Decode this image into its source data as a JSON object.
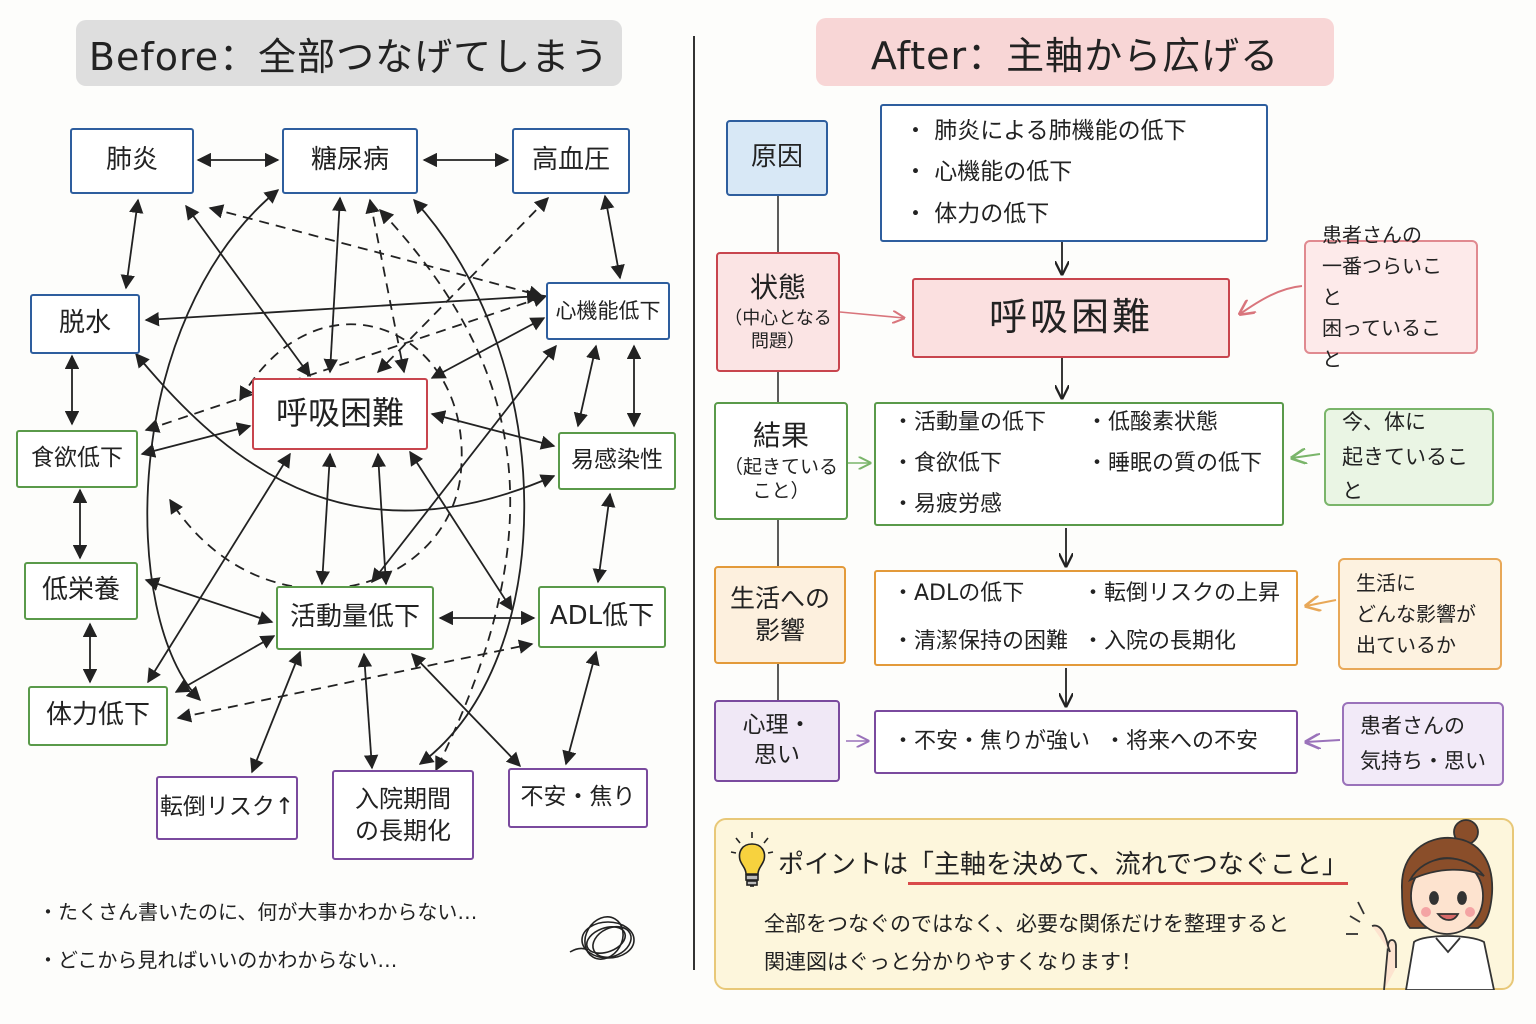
{
  "before": {
    "title": "Before：全部つなげてしまう",
    "nodes": {
      "haien": "肺炎",
      "tonyo": "糖尿病",
      "koketsu": "高血圧",
      "dassui": "脱水",
      "shinkino": "心機能低下",
      "kokyu": "呼吸困難",
      "shokuyoku": "食欲低下",
      "ikansen": "易感染性",
      "teieiyo": "低栄養",
      "katsudo": "活動量低下",
      "adl": "ADL低下",
      "tairyoku": "体力低下",
      "tento": "転倒リスク↑",
      "nyuin_1": "入院期間",
      "nyuin_2": "の長期化",
      "fuan": "不安・焦り"
    },
    "notes": [
      "・たくさん書いたのに、何が大事かわからない…",
      "・どこから見ればいいのかわからない…"
    ]
  },
  "after": {
    "title": "After：主軸から広げる",
    "labels": {
      "cause": "原因",
      "state_1": "状態",
      "state_2": "（中心となる",
      "state_3": "問題）",
      "result_1": "結果",
      "result_2": "（起きている",
      "result_3": "こと）",
      "life_1": "生活への",
      "life_2": "影響",
      "psych_1": "心理・",
      "psych_2": "思い"
    },
    "cause_items": [
      "・ 肺炎による肺機能の低下",
      "・ 心機能の低下",
      "・ 体力の低下"
    ],
    "core": "呼吸困難",
    "result_items": [
      "・活動量の低下",
      "・低酸素状態",
      "・食欲低下",
      "・睡眠の質の低下",
      "・易疲労感"
    ],
    "life_items": [
      "・ADLの低下",
      "・転倒リスクの上昇",
      "・清潔保持の困難",
      "・入院の長期化"
    ],
    "psych_items": [
      "・不安・焦りが強い",
      "・将来への不安"
    ],
    "side_notes": {
      "core_1": "患者さんの",
      "core_2": "一番つらいこと",
      "core_3": "困っていること",
      "result_1": "今、体に",
      "result_2": "起きていること",
      "life_1": "生活に",
      "life_2": "どんな影響が",
      "life_3": "出ているか",
      "psych_1": "患者さんの",
      "psych_2": "気持ち・思い"
    },
    "point": {
      "headline_prefix": "ポイントは",
      "headline": "「主軸を決めて、流れでつなぐこと」",
      "body_1": "全部をつなぐのではなく、必要な関係だけを整理すると",
      "body_2": "関連図はぐっと分かりやすくなります！"
    }
  },
  "colors": {
    "blue": "#2e5e9e",
    "green": "#5a9a4a",
    "purple": "#7a4a9e",
    "red": "#c8454e",
    "orange": "#e39a3a",
    "before_title_bg": "#dedede",
    "after_title_bg": "#f8d6d6"
  }
}
